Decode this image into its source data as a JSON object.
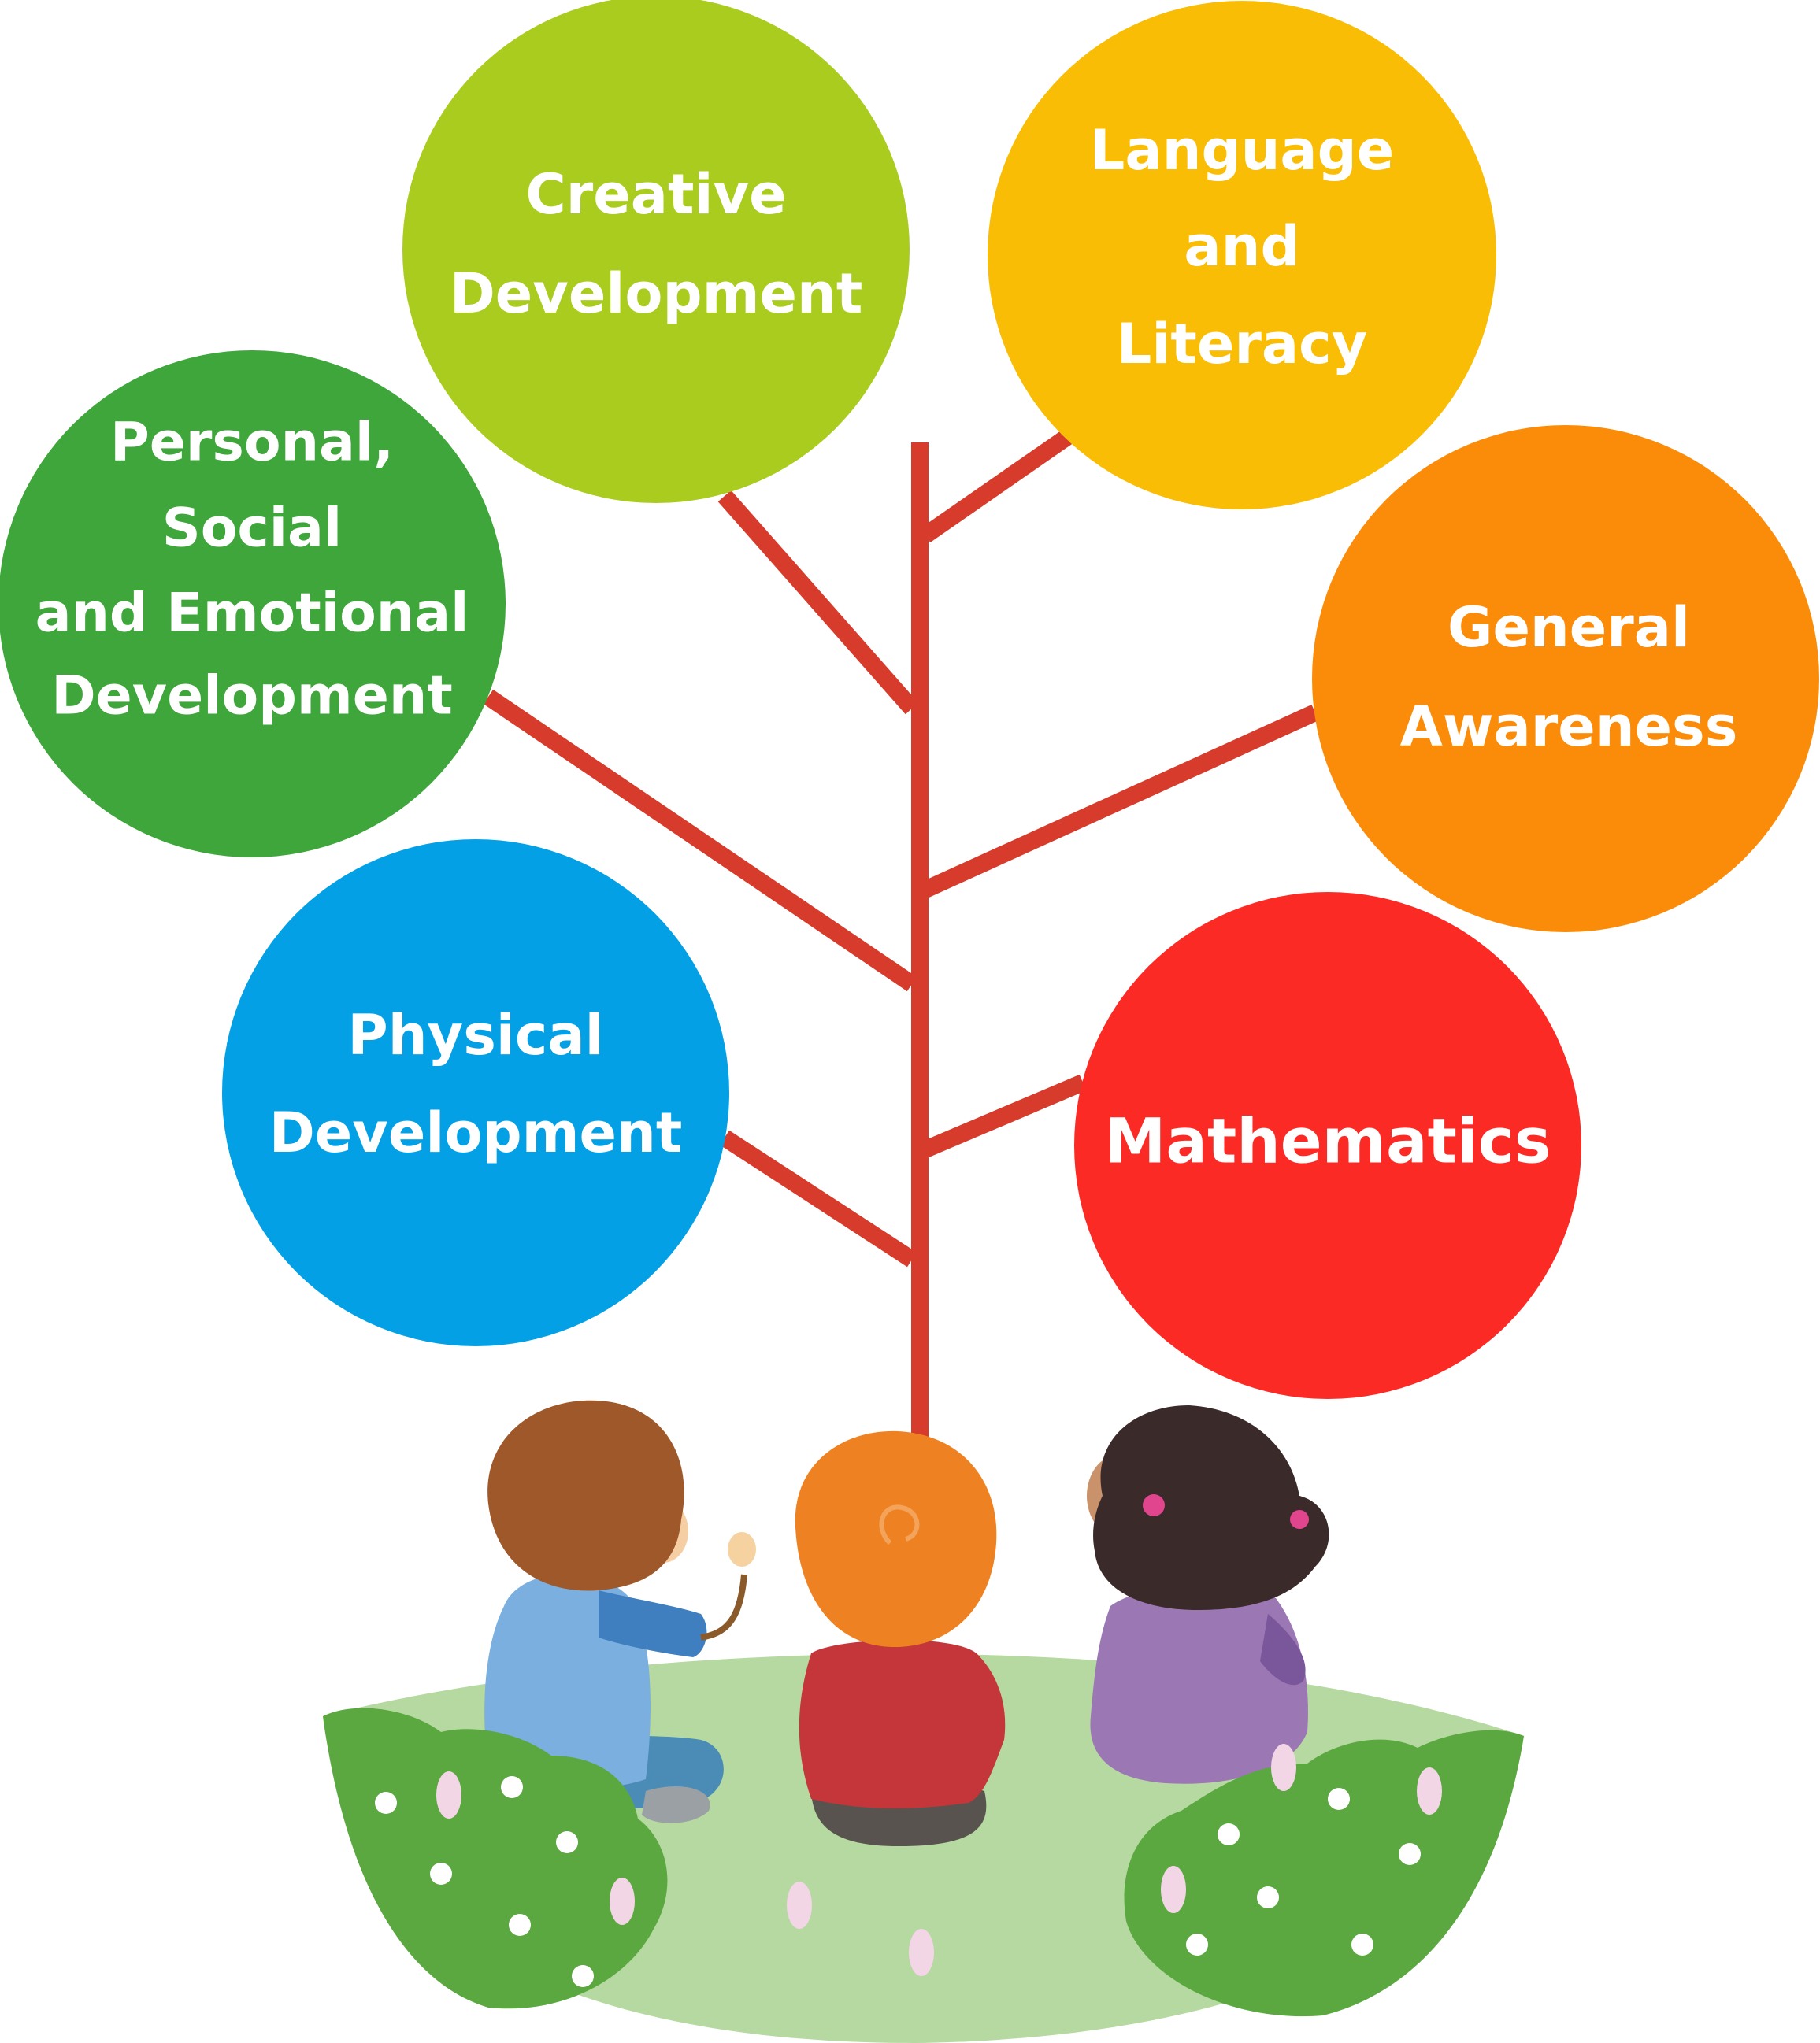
{
  "colors": {
    "branch": "#d63b2b",
    "ground": "#b5d9a0",
    "bush": "#5aa83f",
    "bush_dark": "#3f8f2e"
  },
  "nodes": [
    {
      "id": "creative",
      "lines": [
        "Creative",
        "Development"
      ],
      "color": "#a9cc1f"
    },
    {
      "id": "language",
      "lines": [
        "Language",
        "and",
        "Literacy"
      ],
      "color": "#f9bd05"
    },
    {
      "id": "personal",
      "lines": [
        "Personal,",
        "Social",
        "and Emotional",
        "Development"
      ],
      "color": "#3ea63a"
    },
    {
      "id": "general",
      "lines": [
        "General",
        "Awareness"
      ],
      "color": "#fb8c0a"
    },
    {
      "id": "physical",
      "lines": [
        "Physical",
        "Development"
      ],
      "color": "#03a0e6"
    },
    {
      "id": "math",
      "lines": [
        "Mathematics"
      ],
      "color": "#fc2a25"
    }
  ],
  "children": [
    {
      "id": "boy-left",
      "hair": "brown",
      "shirt": "light-blue"
    },
    {
      "id": "child-middle",
      "hair": "orange",
      "shirt": "red"
    },
    {
      "id": "girl-right",
      "hair": "dark-curly",
      "shirt": "purple"
    }
  ]
}
